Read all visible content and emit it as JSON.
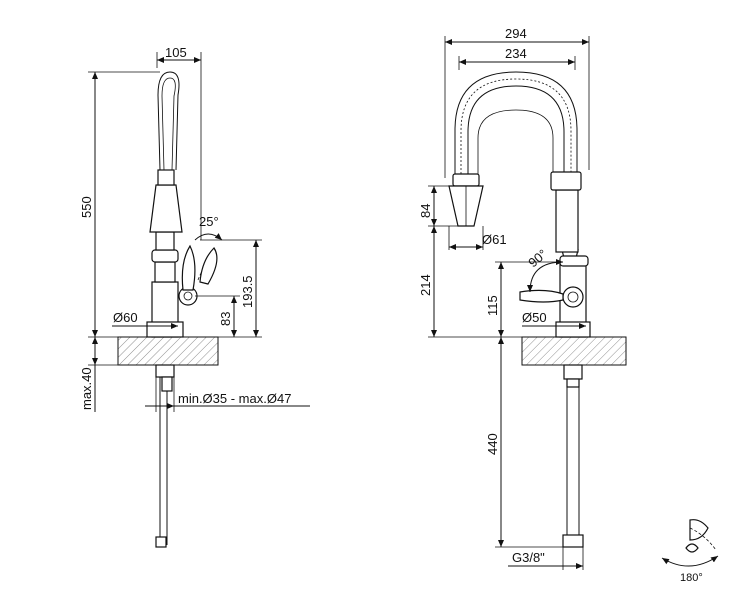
{
  "side_view": {
    "dim_top_width": "105",
    "dim_height": "550",
    "dim_angle": "25°",
    "dim_lever_height": "193.5",
    "dim_base_height": "83",
    "dim_base_diameter": "Ø60",
    "dim_counter_thickness": "max.40",
    "dim_hole_diameter": "min.Ø35 - max.Ø47"
  },
  "front_view": {
    "dim_outer_width": "294",
    "dim_inner_width": "234",
    "dim_spray_height": "84",
    "dim_spray_diameter": "Ø61",
    "dim_angle": "90°",
    "dim_spout_height": "214",
    "dim_lever_height": "115",
    "dim_base_diameter": "Ø50",
    "dim_hose_length": "440",
    "dim_thread": "G3/8\""
  },
  "rotation_icon": {
    "label": "180°"
  }
}
